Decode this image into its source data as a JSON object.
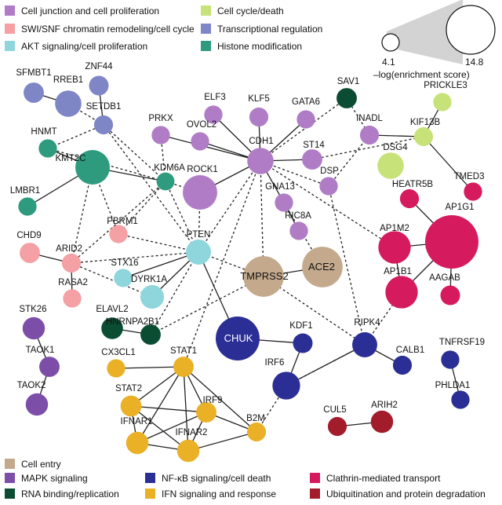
{
  "categories": {
    "junction": {
      "label": "Cell junction and cell proliferation",
      "color": "#b07cc6"
    },
    "swisnf": {
      "label": "SWI/SNF chromatin remodeling/cell cycle",
      "color": "#f4a0a4"
    },
    "akt": {
      "label": "AKT signaling/cell proliferation",
      "color": "#8ed6dc"
    },
    "cellcycle": {
      "label": "Cell cycle/death",
      "color": "#c8e27a"
    },
    "transcription": {
      "label": "Transcriptional regulation",
      "color": "#7f86c6"
    },
    "histone": {
      "label": "Histone modification",
      "color": "#2e9b7e"
    },
    "entry": {
      "label": "Cell entry",
      "color": "#c4a98d"
    },
    "mapk": {
      "label": "MAPK signaling",
      "color": "#7d4ea8"
    },
    "rna": {
      "label": "RNA binding/replication",
      "color": "#0b4d33"
    },
    "nfkb": {
      "label": "NF-κB signaling/cell death",
      "color": "#2b2f95"
    },
    "ifn": {
      "label": "IFN signaling and response",
      "color": "#eab026"
    },
    "clathrin": {
      "label": "Clathrin-mediated transport",
      "color": "#d61a5e"
    },
    "ubiq": {
      "label": "Ubiquitination and protein degradation",
      "color": "#a31c2b"
    }
  },
  "legend_top": [
    "junction",
    "swisnf",
    "akt",
    "cellcycle",
    "transcription",
    "histone"
  ],
  "legend_bottom": [
    "entry",
    "mapk",
    "nfkb",
    "clathrin",
    "rna",
    "ifn",
    "ubiq"
  ],
  "size_legend": {
    "min_label": "4.1",
    "max_label": "14.8",
    "title": "–log(enrichment score)"
  },
  "nodes": [
    {
      "id": "SFMBT1",
      "label": "SFMBT1",
      "cat": "transcription",
      "score": 5.0
    },
    {
      "id": "RREB1",
      "label": "RREB1",
      "cat": "transcription",
      "score": 6.8
    },
    {
      "id": "ZNF44",
      "label": "ZNF44",
      "cat": "transcription",
      "score": 4.8
    },
    {
      "id": "SETDB1",
      "label": "SETDB1",
      "cat": "transcription",
      "score": 4.6
    },
    {
      "id": "HNMT",
      "label": "HNMT",
      "cat": "histone",
      "score": 4.4
    },
    {
      "id": "KMT2C",
      "label": "KMT2C",
      "cat": "histone",
      "score": 9.2
    },
    {
      "id": "KDM6A",
      "label": "KDM6A",
      "cat": "histone",
      "score": 4.3
    },
    {
      "id": "LMBR1",
      "label": "LMBR1",
      "cat": "histone",
      "score": 4.4
    },
    {
      "id": "PRKX",
      "label": "PRKX",
      "cat": "junction",
      "score": 4.4
    },
    {
      "id": "ELF3",
      "label": "ELF3",
      "cat": "junction",
      "score": 4.4
    },
    {
      "id": "KLF5",
      "label": "KLF5",
      "cat": "junction",
      "score": 4.6
    },
    {
      "id": "GATA6",
      "label": "GATA6",
      "cat": "junction",
      "score": 4.4
    },
    {
      "id": "OVOL2",
      "label": "OVOL2",
      "cat": "junction",
      "score": 4.4
    },
    {
      "id": "CDH1",
      "label": "CDH1",
      "cat": "junction",
      "score": 6.8
    },
    {
      "id": "ST14",
      "label": "ST14",
      "cat": "junction",
      "score": 5.0
    },
    {
      "id": "ROCK1",
      "label": "ROCK1",
      "cat": "junction",
      "score": 9.2
    },
    {
      "id": "GNA13",
      "label": "GNA13",
      "cat": "junction",
      "score": 4.4
    },
    {
      "id": "RIC8A",
      "label": "RIC8A",
      "cat": "junction",
      "score": 4.4
    },
    {
      "id": "INADL",
      "label": "INADL",
      "cat": "junction",
      "score": 4.6
    },
    {
      "id": "DSP",
      "label": "DSP",
      "cat": "junction",
      "score": 4.4
    },
    {
      "id": "CHD9",
      "label": "CHD9",
      "cat": "swisnf",
      "score": 5.0
    },
    {
      "id": "PBRM1",
      "label": "PBRM1",
      "cat": "swisnf",
      "score": 4.4
    },
    {
      "id": "ARID2",
      "label": "ARID2",
      "cat": "swisnf",
      "score": 4.6
    },
    {
      "id": "RASA2",
      "label": "RASA2",
      "cat": "swisnf",
      "score": 4.4
    },
    {
      "id": "PTEN",
      "label": "PTEN",
      "cat": "akt",
      "score": 6.4
    },
    {
      "id": "STX16",
      "label": "STX16",
      "cat": "akt",
      "score": 4.4
    },
    {
      "id": "DYRK1A",
      "label": "DYRK1A",
      "cat": "akt",
      "score": 6.0
    },
    {
      "id": "TMPRSS2",
      "label": "TMPRSS2",
      "cat": "entry",
      "score": 11.0
    },
    {
      "id": "ACE2",
      "label": "ACE2",
      "cat": "entry",
      "score": 11.0
    },
    {
      "id": "SAV1",
      "label": "SAV1",
      "cat": "rna",
      "score": 5.0
    },
    {
      "id": "PRICKLE3",
      "label": "PRICKLE3",
      "cat": "cellcycle",
      "score": 4.4
    },
    {
      "id": "KIF13B",
      "label": "KIF13B",
      "cat": "cellcycle",
      "score": 4.6
    },
    {
      "id": "DSG4",
      "label": "DSG4",
      "cat": "cellcycle",
      "score": 6.8
    },
    {
      "id": "TMED3",
      "label": "TMED3",
      "cat": "clathrin",
      "score": 4.4
    },
    {
      "id": "HEATR5B",
      "label": "HEATR5B",
      "cat": "clathrin",
      "score": 4.6
    },
    {
      "id": "AP1M2",
      "label": "AP1M2",
      "cat": "clathrin",
      "score": 8.6
    },
    {
      "id": "AP1G1",
      "label": "AP1G1",
      "cat": "clathrin",
      "score": 14.8
    },
    {
      "id": "AP1B1",
      "label": "AP1B1",
      "cat": "clathrin",
      "score": 8.6
    },
    {
      "id": "AAGAB",
      "label": "AAGAB",
      "cat": "clathrin",
      "score": 4.8
    },
    {
      "id": "STK26",
      "label": "STK26",
      "cat": "mapk",
      "score": 5.6
    },
    {
      "id": "TAOK1",
      "label": "TAOK1",
      "cat": "mapk",
      "score": 5.0
    },
    {
      "id": "TAOK2",
      "label": "TAOK2",
      "cat": "mapk",
      "score": 5.6
    },
    {
      "id": "ELAVL2",
      "label": "ELAVL2",
      "cat": "rna",
      "score": 5.4
    },
    {
      "id": "HNRNPA2B1",
      "label": "HNRNPA2B1",
      "cat": "rna",
      "score": 5.0
    },
    {
      "id": "CHUK",
      "label": "CHUK",
      "cat": "nfkb",
      "score": 12.0
    },
    {
      "id": "KDF1",
      "label": "KDF1",
      "cat": "nfkb",
      "score": 4.8
    },
    {
      "id": "RIPK4",
      "label": "RIPK4",
      "cat": "nfkb",
      "score": 6.4
    },
    {
      "id": "IRF6",
      "label": "IRF6",
      "cat": "nfkb",
      "score": 7.2
    },
    {
      "id": "CALB1",
      "label": "CALB1",
      "cat": "nfkb",
      "score": 4.6
    },
    {
      "id": "TNFRSF19",
      "label": "TNFRSF19",
      "cat": "nfkb",
      "score": 4.4
    },
    {
      "id": "PHLDA1",
      "label": "PHLDA1",
      "cat": "nfkb",
      "score": 4.4
    },
    {
      "id": "CX3CL1",
      "label": "CX3CL1",
      "cat": "ifn",
      "score": 4.4
    },
    {
      "id": "STAT1",
      "label": "STAT1",
      "cat": "ifn",
      "score": 5.0
    },
    {
      "id": "STAT2",
      "label": "STAT2",
      "cat": "ifn",
      "score": 5.2
    },
    {
      "id": "IRF9",
      "label": "IRF9",
      "cat": "ifn",
      "score": 5.0
    },
    {
      "id": "B2M",
      "label": "B2M",
      "cat": "ifn",
      "score": 4.6
    },
    {
      "id": "IFNAR1",
      "label": "IFNAR1",
      "cat": "ifn",
      "score": 5.6
    },
    {
      "id": "IFNAR2",
      "label": "IFNAR2",
      "cat": "ifn",
      "score": 5.6
    },
    {
      "id": "CUL5",
      "label": "CUL5",
      "cat": "ubiq",
      "score": 4.6
    },
    {
      "id": "ARIH2",
      "label": "ARIH2",
      "cat": "ubiq",
      "score": 5.6
    }
  ],
  "edges": [
    [
      "SFMBT1",
      "RREB1",
      "solid"
    ],
    [
      "ZNF44",
      "SETDB1",
      "solid"
    ],
    [
      "HNMT",
      "KMT2C",
      "solid"
    ],
    [
      "KMT2C",
      "LMBR1",
      "solid"
    ],
    [
      "KMT2C",
      "KDM6A",
      "solid"
    ],
    [
      "PRKX",
      "CDH1",
      "solid"
    ],
    [
      "ELF3",
      "CDH1",
      "solid"
    ],
    [
      "KLF5",
      "CDH1",
      "solid"
    ],
    [
      "GATA6",
      "CDH1",
      "solid"
    ],
    [
      "OVOL2",
      "CDH1",
      "solid"
    ],
    [
      "ST14",
      "CDH1",
      "solid"
    ],
    [
      "ROCK1",
      "CDH1",
      "solid"
    ],
    [
      "GNA13",
      "CDH1",
      "solid"
    ],
    [
      "GNA13",
      "RIC8A",
      "solid"
    ],
    [
      "INADL",
      "KIF13B",
      "solid"
    ],
    [
      "PRICKLE3",
      "KIF13B",
      "solid"
    ],
    [
      "KIF13B",
      "TMED3",
      "solid"
    ],
    [
      "HEATR5B",
      "AP1G1",
      "solid"
    ],
    [
      "AP1M2",
      "AP1G1",
      "solid"
    ],
    [
      "AP1B1",
      "AP1G1",
      "solid"
    ],
    [
      "AP1M2",
      "AP1B1",
      "solid"
    ],
    [
      "AAGAB",
      "AP1G1",
      "solid"
    ],
    [
      "CHD9",
      "ARID2",
      "solid"
    ],
    [
      "ARID2",
      "RASA2",
      "solid"
    ],
    [
      "STX16",
      "PTEN",
      "solid"
    ],
    [
      "DYRK1A",
      "PTEN",
      "solid"
    ],
    [
      "PTEN",
      "CHUK",
      "solid"
    ],
    [
      "TMPRSS2",
      "ACE2",
      "solid"
    ],
    [
      "STK26",
      "TAOK1",
      "solid"
    ],
    [
      "TAOK1",
      "TAOK2",
      "solid"
    ],
    [
      "ELAVL2",
      "HNRNPA2B1",
      "solid"
    ],
    [
      "CHUK",
      "KDF1",
      "solid"
    ],
    [
      "KDF1",
      "IRF6",
      "solid"
    ],
    [
      "RIPK4",
      "IRF6",
      "solid"
    ],
    [
      "RIPK4",
      "CALB1",
      "solid"
    ],
    [
      "TNFRSF19",
      "PHLDA1",
      "solid"
    ],
    [
      "CX3CL1",
      "STAT1",
      "solid"
    ],
    [
      "STAT1",
      "STAT2",
      "solid"
    ],
    [
      "STAT1",
      "IRF9",
      "solid"
    ],
    [
      "STAT1",
      "B2M",
      "solid"
    ],
    [
      "STAT1",
      "IFNAR1",
      "solid"
    ],
    [
      "STAT1",
      "IFNAR2",
      "solid"
    ],
    [
      "STAT2",
      "IRF9",
      "solid"
    ],
    [
      "STAT2",
      "IFNAR1",
      "solid"
    ],
    [
      "STAT2",
      "IFNAR2",
      "solid"
    ],
    [
      "IRF9",
      "IFNAR1",
      "solid"
    ],
    [
      "IRF9",
      "IFNAR2",
      "solid"
    ],
    [
      "IFNAR1",
      "IFNAR2",
      "solid"
    ],
    [
      "IRF9",
      "B2M",
      "solid"
    ],
    [
      "IFNAR2",
      "B2M",
      "solid"
    ],
    [
      "CUL5",
      "ARIH2",
      "solid"
    ],
    [
      "RREB1",
      "SETDB1",
      "dashed"
    ],
    [
      "SETDB1",
      "HNMT",
      "dashed"
    ],
    [
      "SETDB1",
      "KDM6A",
      "dashed"
    ],
    [
      "SETDB1",
      "PTEN",
      "dashed"
    ],
    [
      "HNMT",
      "KDM6A",
      "dashed"
    ],
    [
      "KMT2C",
      "PBRM1",
      "dashed"
    ],
    [
      "KMT2C",
      "ARID2",
      "dashed"
    ],
    [
      "KDM6A",
      "ARID2",
      "dashed"
    ],
    [
      "KDM6A",
      "PBRM1",
      "dashed"
    ],
    [
      "KDM6A",
      "PTEN",
      "dashed"
    ],
    [
      "KDM6A",
      "ROCK1",
      "dashed"
    ],
    [
      "PRKX",
      "KDM6A",
      "dashed"
    ],
    [
      "ARID2",
      "PTEN",
      "dashed"
    ],
    [
      "PBRM1",
      "PTEN",
      "dashed"
    ],
    [
      "CDH1",
      "PTEN",
      "dashed"
    ],
    [
      "ROCK1",
      "PTEN",
      "dashed"
    ],
    [
      "CDH1",
      "TMPRSS2",
      "dashed"
    ],
    [
      "CDH1",
      "STAT1",
      "dashed"
    ],
    [
      "CDH1",
      "AP1M2",
      "dashed"
    ],
    [
      "CDH1",
      "SAV1",
      "dashed"
    ],
    [
      "CDH1",
      "DSP",
      "dashed"
    ],
    [
      "ST14",
      "KIF13B",
      "dashed"
    ],
    [
      "DSP",
      "INADL",
      "dashed"
    ],
    [
      "DSP",
      "RIPK4",
      "dashed"
    ],
    [
      "GNA13",
      "ACE2",
      "dashed"
    ],
    [
      "PTEN",
      "TMPRSS2",
      "dashed"
    ],
    [
      "PTEN",
      "HNRNPA2B1",
      "dashed"
    ],
    [
      "TMPRSS2",
      "HNRNPA2B1",
      "dashed"
    ],
    [
      "TMPRSS2",
      "RIPK4",
      "dashed"
    ],
    [
      "RIPK4",
      "IRF6",
      "dashed"
    ],
    [
      "IRF6",
      "B2M",
      "dashed"
    ],
    [
      "RIPK4",
      "AP1B1",
      "dashed"
    ],
    [
      "SAV1",
      "INADL",
      "dashed"
    ],
    [
      "ARID2",
      "DYRK1A",
      "dashed"
    ]
  ]
}
